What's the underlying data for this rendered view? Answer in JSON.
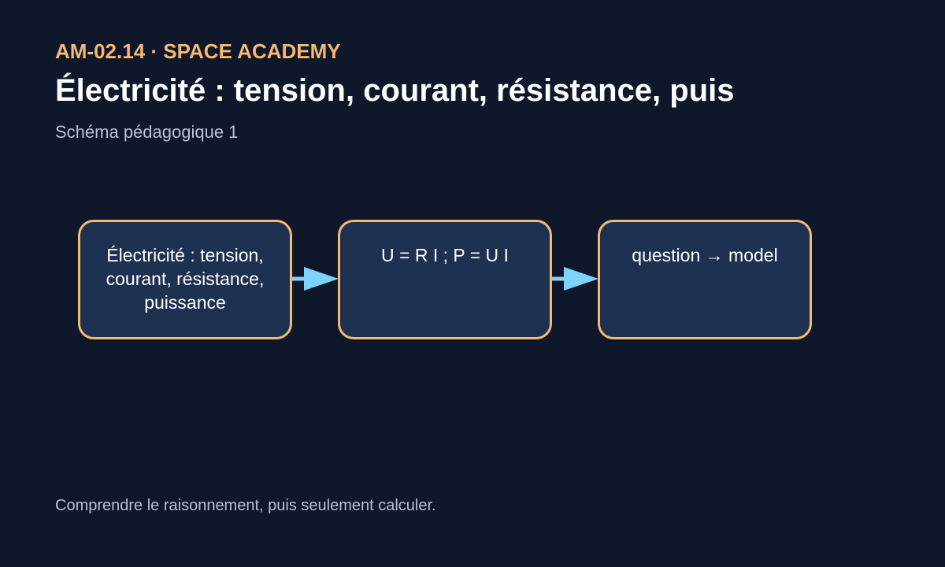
{
  "header": {
    "code": "AM-02.14 · SPACE ACADEMY",
    "title": "Électricité : tension, courant, résistance, puis",
    "subtitle": "Schéma pédagogique 1"
  },
  "diagram": {
    "nodes": [
      {
        "label": "Électricité : tension, courant, résistance, puissance"
      },
      {
        "label": "U = R I ; P = U I"
      },
      {
        "label": "question → model"
      }
    ],
    "colors": {
      "background": "#0f172a",
      "node_fill": "#1f3150",
      "node_border": "#f5b971",
      "arrow": "#7dd3fc",
      "accent_text": "#f5b971"
    }
  },
  "footer": {
    "text": "Comprendre le raisonnement, puis seulement calculer."
  }
}
